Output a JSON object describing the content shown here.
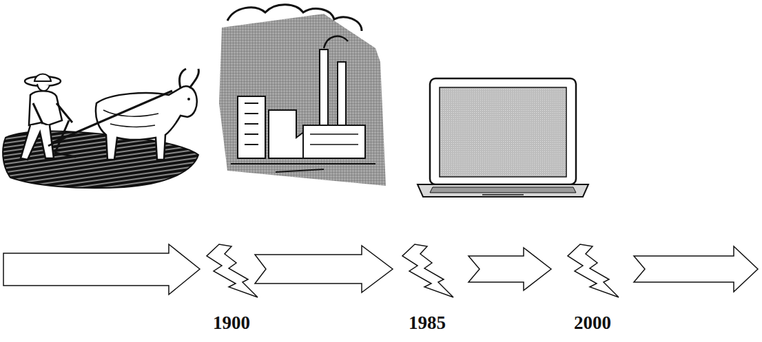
{
  "diagram": {
    "labels": [
      "1900",
      "1985",
      "2000"
    ]
  }
}
